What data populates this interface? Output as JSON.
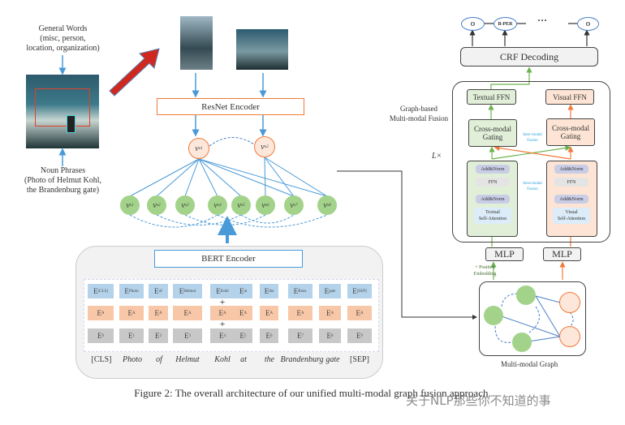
{
  "left": {
    "general_words": [
      "General Words",
      "(misc, person,",
      "location, organization)"
    ],
    "noun_phrases": [
      "Noun Phrases",
      "(Photo of Helmut Kohl,",
      "the Brandenburg gate)"
    ]
  },
  "resnet": {
    "label": "ResNet Encoder"
  },
  "visual_nodes": [
    {
      "base": "v",
      "sub": "o1"
    },
    {
      "base": "v",
      "sub": "o2"
    }
  ],
  "text_nodes": [
    {
      "base": "v",
      "sub": "x1"
    },
    {
      "base": "v",
      "sub": "x2"
    },
    {
      "base": "v",
      "sub": "x3"
    },
    {
      "base": "v",
      "sub": "x4"
    },
    {
      "base": "v",
      "sub": "x5"
    },
    {
      "base": "v",
      "sub": "x6"
    },
    {
      "base": "v",
      "sub": "x7"
    },
    {
      "base": "v",
      "sub": "x8"
    }
  ],
  "bert": {
    "label": "BERT Encoder",
    "token_embeddings": [
      {
        "base": "E",
        "sub": "[CLS]"
      },
      {
        "base": "E",
        "sub": "Photo"
      },
      {
        "base": "E",
        "sub": "of"
      },
      {
        "base": "E",
        "sub": "Helmut"
      },
      {
        "base": "E",
        "sub": "Kohl"
      },
      {
        "base": "E",
        "sub": "at"
      },
      {
        "base": "E",
        "sub": "the"
      },
      {
        "base": "E",
        "sub": "Bran."
      },
      {
        "base": "E",
        "sub": "gate"
      },
      {
        "base": "E",
        "sub": "[SEP]"
      }
    ],
    "segment_embeddings": [
      {
        "base": "E",
        "sub": "A"
      },
      {
        "base": "E",
        "sub": "A"
      },
      {
        "base": "E",
        "sub": "A"
      },
      {
        "base": "E",
        "sub": "A"
      },
      {
        "base": "E",
        "sub": "A"
      },
      {
        "base": "E",
        "sub": "A"
      },
      {
        "base": "E",
        "sub": "A"
      },
      {
        "base": "E",
        "sub": "A"
      },
      {
        "base": "E",
        "sub": "A"
      },
      {
        "base": "E",
        "sub": "A"
      }
    ],
    "position_embeddings": [
      {
        "base": "E",
        "sub": "0"
      },
      {
        "base": "E",
        "sub": "1"
      },
      {
        "base": "E",
        "sub": "2"
      },
      {
        "base": "E",
        "sub": "3"
      },
      {
        "base": "E",
        "sub": "4"
      },
      {
        "base": "E",
        "sub": "5"
      },
      {
        "base": "E",
        "sub": "6"
      },
      {
        "base": "E",
        "sub": "7"
      },
      {
        "base": "E",
        "sub": "8"
      },
      {
        "base": "E",
        "sub": "9"
      }
    ],
    "plus": "+",
    "tokens": [
      "[CLS]",
      "Photo",
      "of",
      "Helmut",
      "Kohl",
      "at",
      "the",
      "Brandenburg",
      "gate",
      "[SEP]"
    ]
  },
  "fusion": {
    "title": [
      "Graph-based",
      "Multi-modal Fusion"
    ],
    "layers": "L×",
    "outputs": [
      "O",
      "B-PER",
      "O"
    ],
    "ellipsis": "···",
    "crf": "CRF Decoding",
    "textual_ffn": "Textual FFN",
    "visual_ffn": "Visual FFN",
    "cross_modal_gating": [
      "Cross-modal",
      "Gating"
    ],
    "inter_modal": [
      "Inter-modal",
      "Fusion"
    ],
    "intra_modal": [
      "Intra-modal",
      "Fusion"
    ],
    "add_norm": "Add&Norm",
    "ffn": "FFN",
    "textual_sa": [
      "Textual",
      "Self-Attention"
    ],
    "visual_sa": [
      "Visual",
      "Self-Attention"
    ],
    "mlp": "MLP",
    "position_embedding": [
      "+ Position",
      "Embedding"
    ],
    "graph_label": "Multi-modal Graph"
  },
  "caption": "Figure 2: The overall architecture of our unified multi-modal graph fusion approach.",
  "watermark": "关于NLP那些你不知道的事",
  "colors": {
    "blue": "#4a9ad8",
    "orange": "#f07a3a",
    "green": "#6db24f",
    "red": "#d0281e"
  }
}
